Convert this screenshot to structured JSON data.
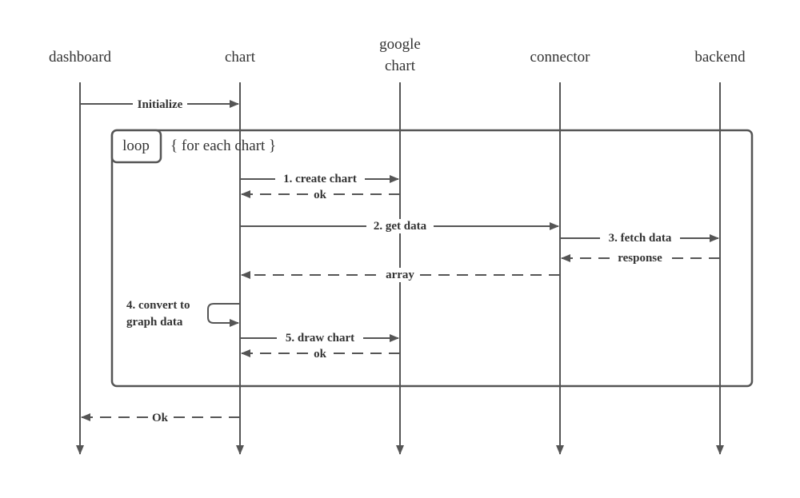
{
  "actors": [
    {
      "id": "dashboard",
      "lines": [
        "dashboard"
      ]
    },
    {
      "id": "chart",
      "lines": [
        "chart"
      ]
    },
    {
      "id": "google_chart",
      "lines": [
        "google",
        "chart"
      ]
    },
    {
      "id": "connector",
      "lines": [
        "connector"
      ]
    },
    {
      "id": "backend",
      "lines": [
        "backend"
      ]
    }
  ],
  "loop": {
    "label": "loop",
    "condition": "{ for each chart }"
  },
  "messages": {
    "initialize": "Initialize",
    "create_chart": "1. create chart",
    "create_chart_ok": "ok",
    "get_data": "2. get data",
    "fetch_data": "3. fetch data",
    "response": "response",
    "array": "array",
    "convert_line1": "4. convert to",
    "convert_line2": "graph data",
    "draw_chart": "5. draw chart",
    "draw_chart_ok": "ok",
    "final_ok": "Ok"
  },
  "colors": {
    "line": "#555555",
    "text": "#333333",
    "frame": "#555555"
  }
}
